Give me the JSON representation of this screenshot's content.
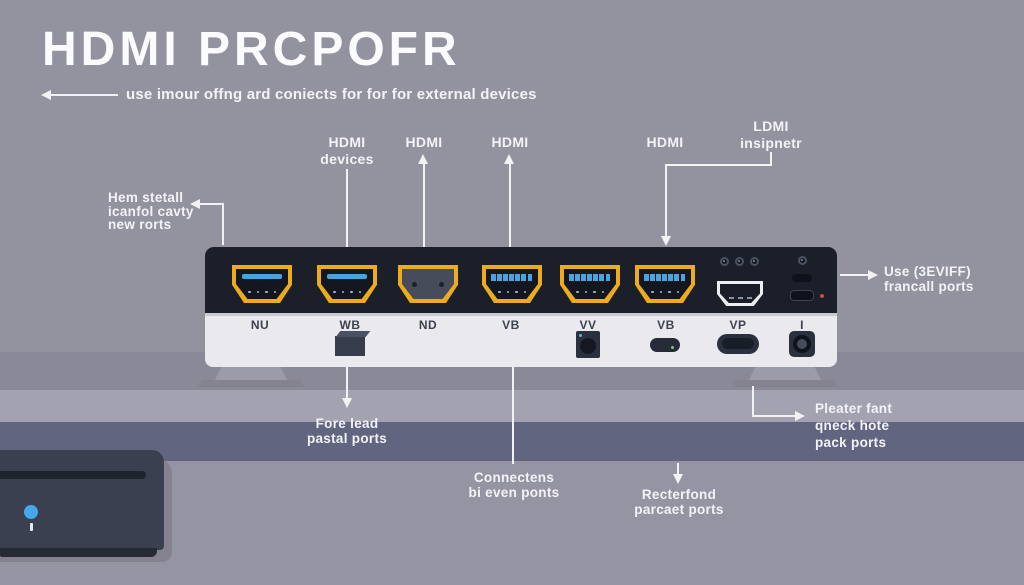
{
  "title": "HDMI PRCPOFR",
  "subtitle": "use imour offng ard coniects for for for external devices",
  "annotations": {
    "hdmi_devices": "HDMI\ndevices",
    "hdmi_up_1": "HDMI",
    "hdmi_up_2": "HDMI",
    "hdmi_down": "HDMI",
    "ldmi": "LDMI\ninsipnetr",
    "left_note": "Hem stetall\nicanfol cavty\nnew rorts",
    "right_note": "Use (3EVIFF)\nfrancall ports",
    "fore_lead": "Fore lead\npastal ports",
    "connectens": "Connectens\nbi even ponts",
    "recterfond": "Recterfond\nparcaet ports",
    "pleater": "Pleater fant\nqneck hote\npack ports"
  },
  "device": {
    "port_labels": [
      "NU",
      "WB",
      "ND",
      "VB",
      "VV",
      "VB",
      "VP",
      "I"
    ]
  },
  "colors": {
    "bg": "#93929f",
    "band-dark": "#616580",
    "strip-light": "#a3a2b0",
    "strip-shadow": "#8a8998",
    "panel": "#1b1f2a",
    "face": "#e9e9ee",
    "port-yellow": "#edac1d",
    "pin-blue": "#4aa3dc",
    "line-white": "#f2f2f4",
    "console-navy": "#3a4050",
    "console-led-blue": "#45a8e9",
    "red-dot": "#cc4b44"
  }
}
